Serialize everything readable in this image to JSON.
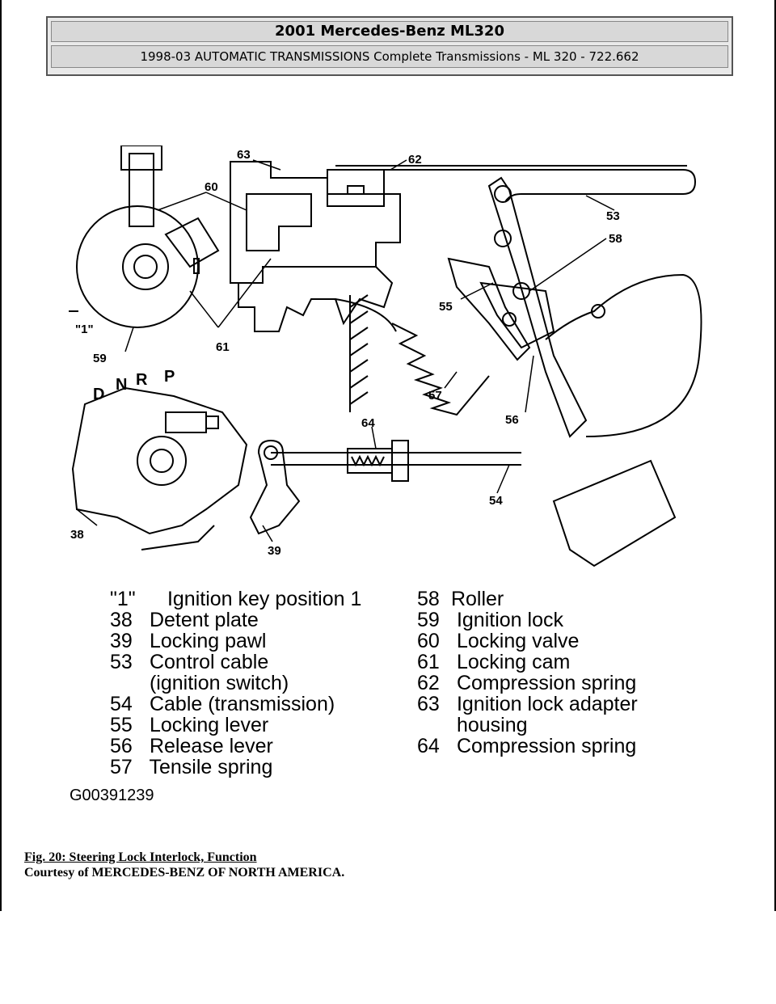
{
  "header": {
    "title": "2001 Mercedes-Benz ML320",
    "subtitle": "1998-03 AUTOMATIC TRANSMISSIONS Complete Transmissions - ML 320 - 722.662"
  },
  "diagram": {
    "callouts": [
      "63",
      "62",
      "60",
      "53",
      "58",
      "55",
      "\"1\"",
      "61",
      "59",
      "57",
      "56",
      "64",
      "54",
      "38",
      "39"
    ],
    "selector_letters": [
      "D",
      "N",
      "R",
      "P"
    ]
  },
  "legend": {
    "left": [
      {
        "num": "\"1\"",
        "text": "Ignition key position 1"
      },
      {
        "num": "38",
        "text": "Detent plate"
      },
      {
        "num": "39",
        "text": "Locking pawl"
      },
      {
        "num": "53",
        "text": "Control cable"
      },
      {
        "num": "",
        "text": "(ignition switch)"
      },
      {
        "num": "54",
        "text": "Cable (transmission)"
      },
      {
        "num": "55",
        "text": "Locking lever"
      },
      {
        "num": "56",
        "text": "Release lever"
      },
      {
        "num": "57",
        "text": "Tensile spring"
      }
    ],
    "right": [
      {
        "num": "58",
        "text": "Roller"
      },
      {
        "num": "59",
        "text": "Ignition lock"
      },
      {
        "num": "60",
        "text": "Locking valve"
      },
      {
        "num": "61",
        "text": "Locking cam"
      },
      {
        "num": "62",
        "text": "Compression spring"
      },
      {
        "num": "63",
        "text": "Ignition lock adapter"
      },
      {
        "num": "",
        "text": "housing"
      },
      {
        "num": "64",
        "text": "Compression spring"
      }
    ]
  },
  "figure_id": "G00391239",
  "caption": {
    "title": "Fig. 20: Steering Lock Interlock, Function",
    "credit": "Courtesy of MERCEDES-BENZ OF NORTH AMERICA."
  }
}
